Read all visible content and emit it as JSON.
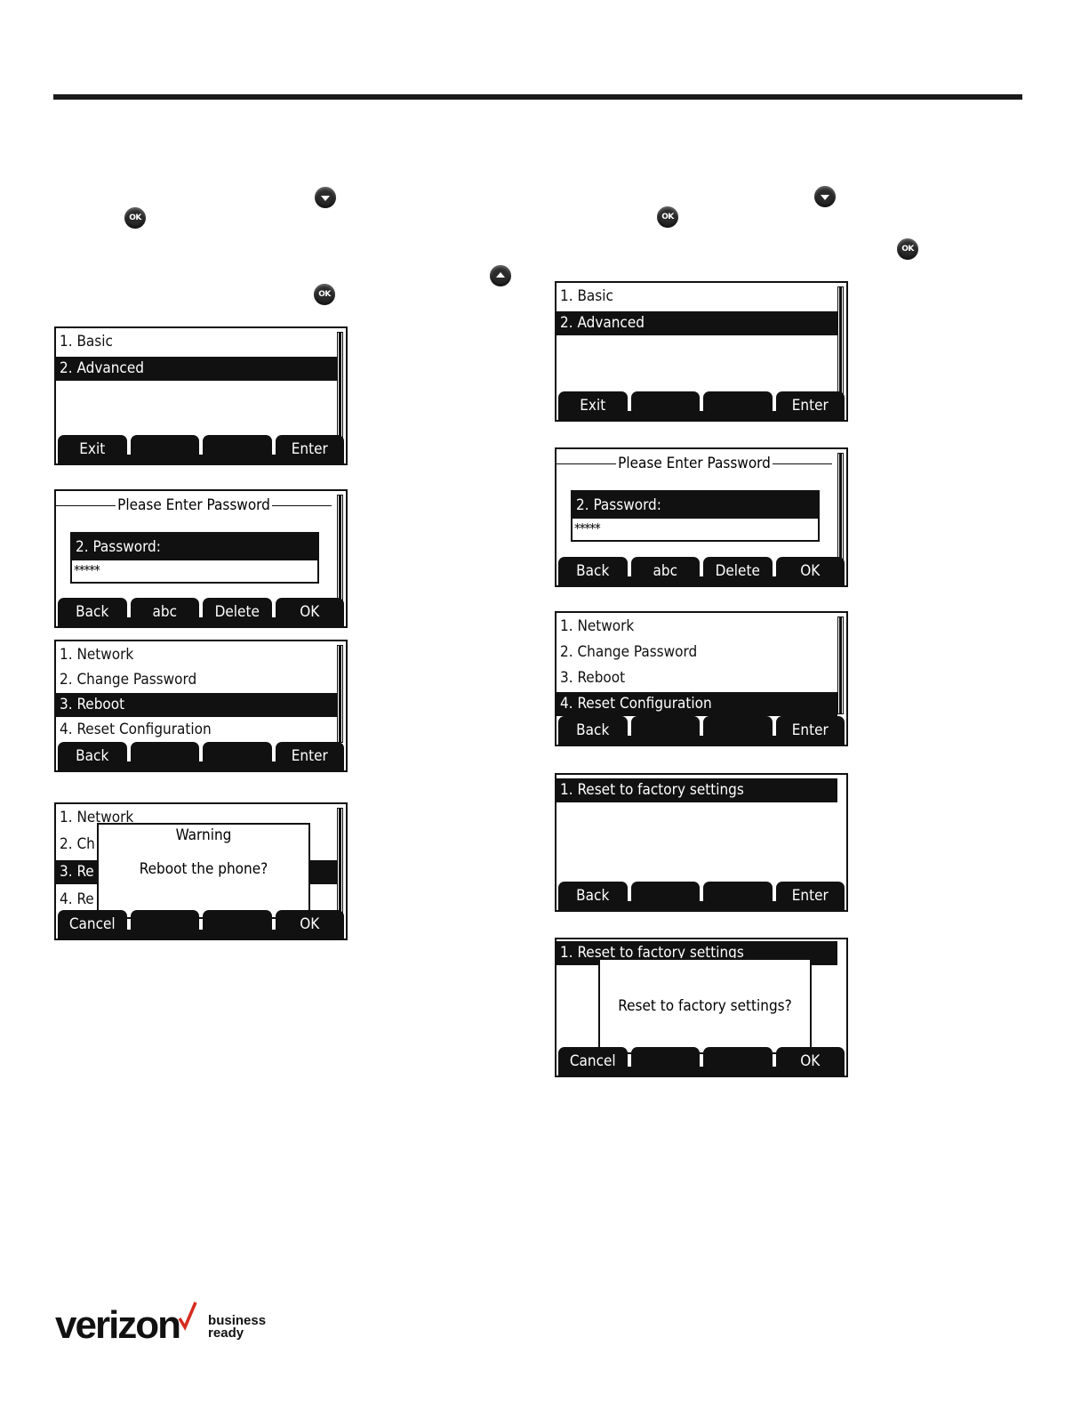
{
  "brand": {
    "logo_text": "verizon",
    "tag_line1": "business",
    "tag_line2": "ready",
    "check_color": "#d52b1e"
  },
  "icons": {
    "down": "navigation-down-icon",
    "up": "navigation-up-icon",
    "ok": "ok-key-icon",
    "ok_label": "OK"
  },
  "left": {
    "s1": {
      "items": [
        "1. Basic",
        "2. Advanced"
      ],
      "selected": 1,
      "keys": [
        "Exit",
        "",
        "",
        "Enter"
      ]
    },
    "s2": {
      "title": "Please Enter Password",
      "field_label": "2. Password:",
      "field_value": "*****",
      "keys": [
        "Back",
        "abc",
        "Delete",
        "OK"
      ]
    },
    "s3": {
      "items": [
        "1. Network",
        "2. Change Password",
        "3. Reboot",
        "4. Reset Configuration"
      ],
      "selected": 2,
      "keys": [
        "Back",
        "",
        "",
        "Enter"
      ]
    },
    "s4": {
      "items": [
        "1. Network",
        "2. Ch",
        "3. Re",
        "4. Re"
      ],
      "selected": 2,
      "dialog_title": "Warning",
      "dialog_text": "Reboot the phone?",
      "keys": [
        "Cancel",
        "",
        "",
        "OK"
      ]
    }
  },
  "right": {
    "s1": {
      "items": [
        "1. Basic",
        "2. Advanced"
      ],
      "selected": 1,
      "keys": [
        "Exit",
        "",
        "",
        "Enter"
      ]
    },
    "s2": {
      "title": "Please Enter Password",
      "field_label": "2. Password:",
      "field_value": "*****",
      "keys": [
        "Back",
        "abc",
        "Delete",
        "OK"
      ]
    },
    "s3": {
      "items": [
        "1. Network",
        "2. Change Password",
        "3. Reboot",
        "4. Reset Configuration"
      ],
      "selected": 3,
      "keys": [
        "Back",
        "",
        "",
        "Enter"
      ]
    },
    "s4": {
      "items": [
        "1. Reset to factory settings"
      ],
      "selected": 0,
      "keys": [
        "Back",
        "",
        "",
        "Enter"
      ]
    },
    "s5": {
      "items": [
        "1. Reset to factory settings"
      ],
      "selected": 0,
      "dialog_text": "Reset to factory settings?",
      "keys": [
        "Cancel",
        "",
        "",
        "OK"
      ]
    }
  }
}
